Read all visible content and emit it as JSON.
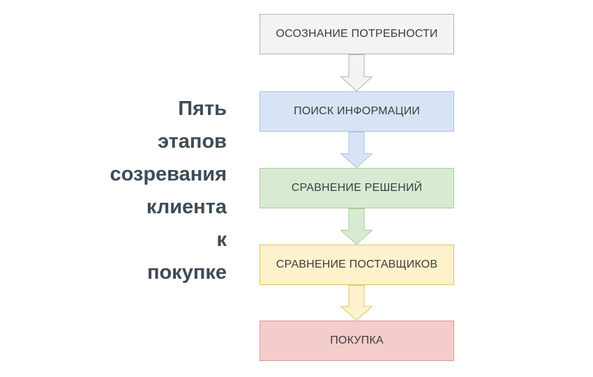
{
  "title": {
    "text": "Пять этапов созревания клиента к покупке",
    "lines": [
      "Пять",
      "этапов",
      "созревания",
      "клиента",
      "к",
      "покупке"
    ],
    "color": "#3f4b55"
  },
  "flow": {
    "steps": [
      {
        "label": "ОСОЗНАНИЕ ПОТРЕБНОСТИ",
        "fill": "#f3f3f3",
        "border": "#b2b2b2",
        "has_arrow_below": true
      },
      {
        "label": "ПОИСК ИНФОРМАЦИИ",
        "fill": "#d8e4f6",
        "border": "#a9c2e4",
        "has_arrow_below": true
      },
      {
        "label": "СРАВНЕНИЕ РЕШЕНИЙ",
        "fill": "#d9ead3",
        "border": "#a9cb99",
        "has_arrow_below": true
      },
      {
        "label": "СРАВНЕНИЕ ПОСТАВЩИКОВ",
        "fill": "#fdf2cc",
        "border": "#e4c262",
        "has_arrow_below": true
      },
      {
        "label": "ПОКУПКА",
        "fill": "#f4cccc",
        "border": "#d79a94",
        "has_arrow_below": false
      }
    ]
  }
}
